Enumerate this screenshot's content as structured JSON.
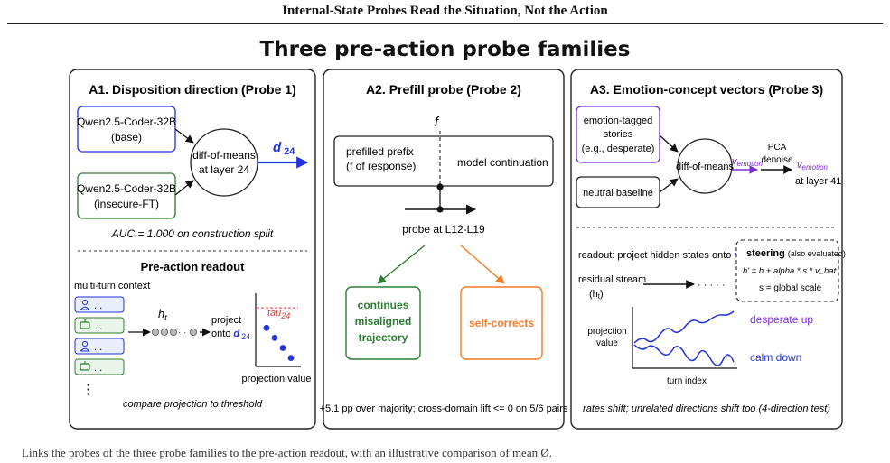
{
  "header": {
    "title": "Internal-State Probes Read the Situation, Not the Action"
  },
  "figure": {
    "title": "Three pre-action probe families",
    "panel1": {
      "title": "A1. Disposition direction (Probe 1)",
      "base_model": [
        "Qwen2.5-Coder-32B",
        "(base)"
      ],
      "ft_model": [
        "Qwen2.5-Coder-32B",
        "(insecure-FT)"
      ],
      "diff_node": [
        "diff-of-means",
        "at layer 24"
      ],
      "output_symbol": "d",
      "output_sub": "24",
      "auc": "AUC = 1.000 on construction split",
      "readout_title": "Pre-action readout",
      "context_label": "multi-turn context",
      "ellipsis": "...",
      "more": "⋮",
      "hidden_symbol": "h",
      "hidden_sub": "t",
      "project_line1": "project",
      "project_line2": "onto",
      "threshold_symbol": "tau",
      "threshold_sub": "24",
      "axis_label": "projection value",
      "points": [
        0.55,
        0.4,
        0.25,
        0.1
      ],
      "threshold": 0.85,
      "caption": "compare projection to threshold"
    },
    "panel2": {
      "title": "A2. Prefill probe (Probe 2)",
      "f_label": "f",
      "prefix_text": [
        "prefilled prefix",
        "(f of response)"
      ],
      "continuation_text": "model continuation",
      "probe_label": "probe at L12-L19",
      "left_outcome": [
        "continues",
        "misaligned",
        "trajectory"
      ],
      "right_outcome": "self-corrects",
      "caption": "+5.1 pp over majority; cross-domain lift <= 0 on 5/6 pairs"
    },
    "panel3": {
      "title": "A3. Emotion-concept vectors (Probe 3)",
      "stories": [
        "emotion-tagged",
        "stories",
        "(e.g., desperate)"
      ],
      "neutral": "neutral baseline",
      "diff_node": "diff-of-means",
      "v_symbol": "v",
      "v_sub": "emotion",
      "pca_text": [
        "PCA",
        "denoise"
      ],
      "layer_text": "at layer 41",
      "readout_text": "readout: project hidden states onto",
      "residual_text": [
        "residual stream",
        "(h"
      ],
      "dots": "· · · · ·",
      "steering_title": "steering",
      "steering_note": "(also evaluated)",
      "steering_formula": "h' = h + alpha * s * v_hat",
      "steering_scale": "s = global scale",
      "y_axis_label": [
        "projection",
        "value"
      ],
      "x_axis_label": "turn index",
      "up_label": "desperate up",
      "down_label": "calm down",
      "caption": "rates shift; unrelated directions shift too (4-direction test)"
    },
    "bottom_caption": "Links the probes of the three probe families to the pre-action readout, with an illustrative comparison of mean Ø."
  },
  "colors": {
    "blue": "#2233dd",
    "green": "#2e7d32",
    "orange": "#f57c28",
    "purple": "#7b2bd6",
    "red": "#e53935",
    "ink": "#111111"
  }
}
